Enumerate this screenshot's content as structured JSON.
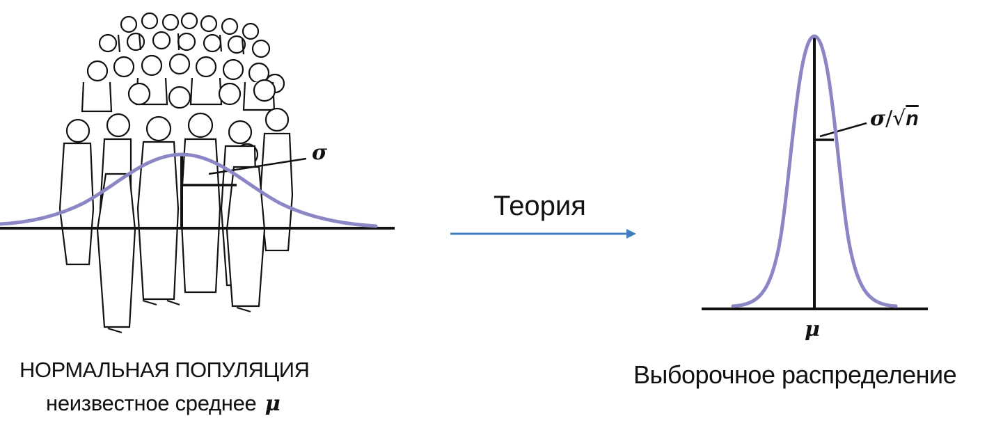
{
  "population": {
    "title": "НОРМАЛЬНАЯ ПОПУЛЯЦИЯ",
    "subtitle": "неизвестное среднее",
    "mean_symbol": "μ",
    "sigma_label": "σ"
  },
  "arrow": {
    "label": "Теория"
  },
  "sampling": {
    "title": "Выборочное распределение",
    "mean_label": "μ",
    "se_sigma": "σ",
    "se_slash": "/",
    "se_sqrt": "√",
    "se_n": "n"
  },
  "colors": {
    "curve": "#8B87C4",
    "arrow": "#3F7FBF",
    "ink": "#111111"
  }
}
